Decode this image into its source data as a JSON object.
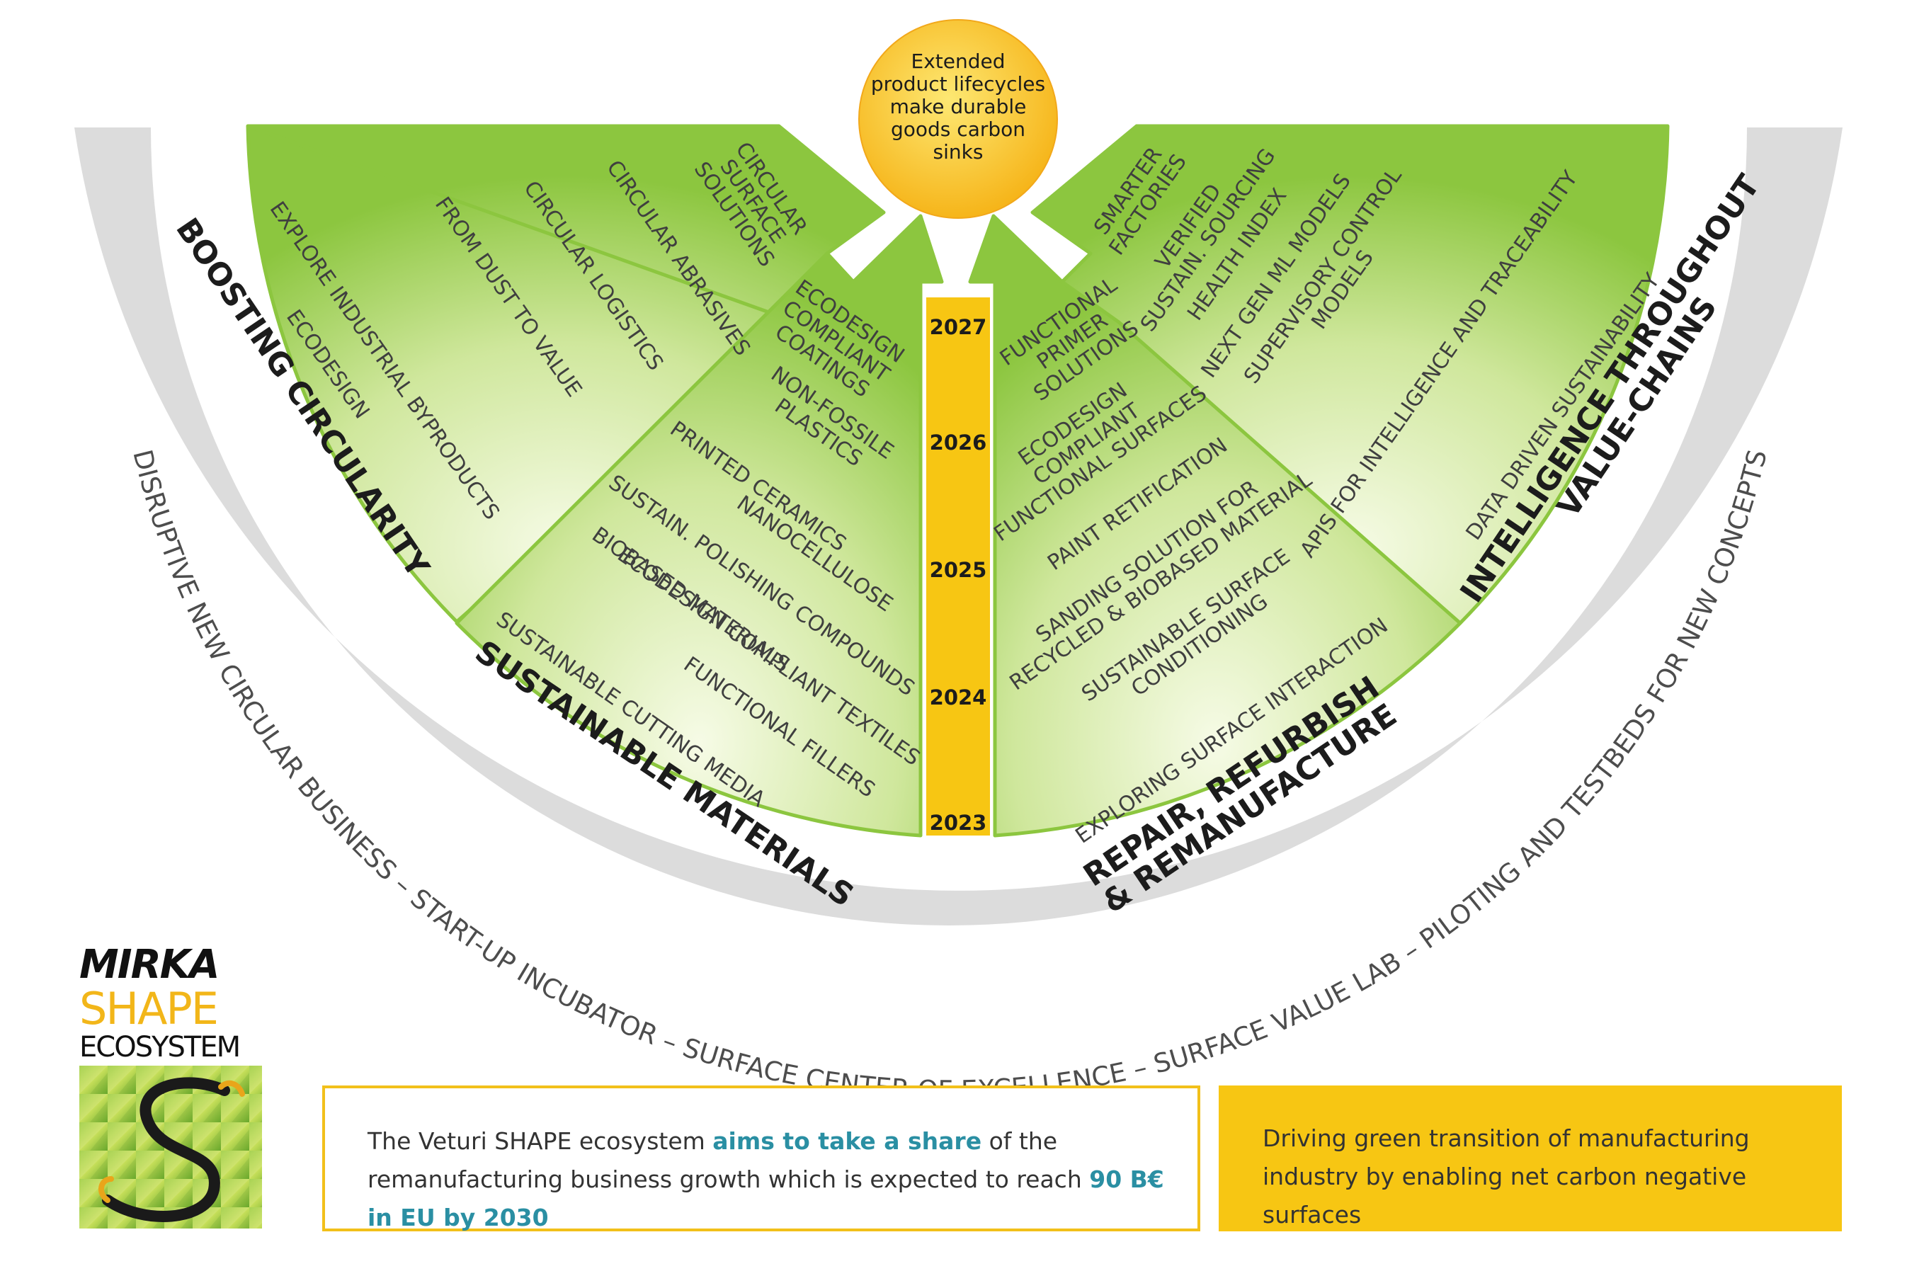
{
  "center": {
    "lines": [
      "Extended",
      "product  lifecycles",
      "make durable",
      "goods carbon",
      "sinks"
    ]
  },
  "timeline": {
    "years": [
      "2027",
      "2026",
      "2025",
      "2024",
      "2023"
    ]
  },
  "sectors": {
    "boosting": {
      "title": "BOOSTING CIRCULARITY",
      "items": [
        [
          "CIRCULAR",
          "SURFACE",
          "SOLUTIONS"
        ],
        [
          "CIRCULAR ABRASIVES"
        ],
        [
          "CIRCULAR LOGISTICS"
        ],
        [
          "FROM DUST TO VALUE"
        ],
        [
          "EXPLORE INDUSTRIAL BYPRODUCTS"
        ],
        [
          "ECODESIGN"
        ]
      ]
    },
    "materials": {
      "title": "SUSTAINABLE MATERIALS",
      "items": [
        [
          "ECODESIGN",
          "COMPLIANT",
          "COATINGS"
        ],
        [
          "NON-FOSSILE",
          "PLASTICS"
        ],
        [
          "PRINTED CERAMICS"
        ],
        [
          "NANOCELLULOSE"
        ],
        [
          "SUSTAIN. POLISHING COMPOUNDS"
        ],
        [
          "BIOBASED  MATERIALS"
        ],
        [
          "ECODESIGN COMPLIANT TEXTILES"
        ],
        [
          "FUNCTIONAL FILLERS"
        ],
        [
          "SUSTAINABLE CUTTING MEDIA"
        ]
      ]
    },
    "repair": {
      "title_lines": [
        "REPAIR, REFURBISH",
        "& REMANUFACTURE"
      ],
      "items": [
        [
          "FUNCTIONAL",
          "PRIMER",
          "SOLUTIONS"
        ],
        [
          "ECODESIGN",
          "COMPLIANT",
          "FUNCTIONAL SURFACES"
        ],
        [
          "PAINT RETIFICATION"
        ],
        [
          "SANDING SOLUTION FOR",
          "RECYCLED & BIOBASED MATERIAL"
        ],
        [
          "SUSTAINABLE SURFACE",
          "CONDITIONING"
        ],
        [
          "EXPLORING SURFACE INTERACTION"
        ]
      ]
    },
    "intelligence": {
      "title_lines": [
        "INTELLIGENCE THROUGHOUT",
        "VALUE-CHAINS"
      ],
      "items": [
        [
          "SMARTER",
          "FACTORIES"
        ],
        [
          "VERIFIED",
          "SUSTAIN. SOURCING"
        ],
        [
          "HEALTH INDEX"
        ],
        [
          "NEXT GEN ML MODELS"
        ],
        [
          "SUPERVISORY CONTROL",
          "MODELS"
        ],
        [
          "APIS FOR INTELLIGENCE AND TRACEABILITY"
        ],
        [
          "DATA DRIVEN SUSTAINABILITY"
        ]
      ]
    }
  },
  "ring_text": "DISRUPTIVE NEW CIRCULAR BUSINESS – START-UP INCUBATOR – SURFACE CENTER OF EXCELLENCE – SURFACE VALUE LAB – PILOTING AND TESTBEDS FOR NEW CONCEPTS",
  "logo": {
    "line1": "MIRKA",
    "line2": "SHAPE",
    "line3": "ECOSYSTEM"
  },
  "box_left": {
    "part1": "The Veturi SHAPE ecosystem ",
    "highlight1": "aims to take a share",
    "part2": " of the remanufacturing business growth which is expected to reach ",
    "highlight2": "90 B€ in EU by 2030"
  },
  "box_right": {
    "text": "Driving green transition of manufacturing industry by enabling net carbon negative surfaces"
  },
  "colors": {
    "green": "#8cc63f",
    "green_light": "#f4f9e4",
    "yellow": "#f7c613",
    "ring_grey": "#dcdcdc"
  }
}
